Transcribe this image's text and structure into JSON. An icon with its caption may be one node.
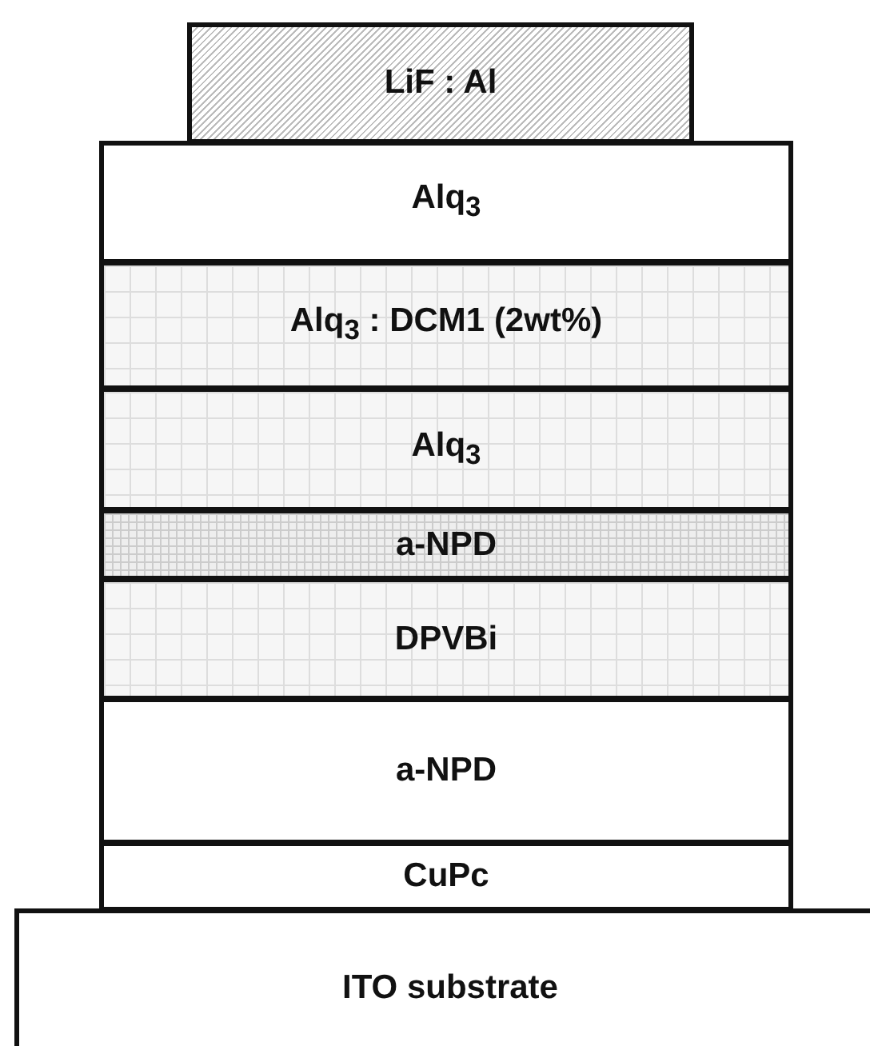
{
  "diagram": {
    "nodes": [
      {
        "text": [
          "LiF : Al"
        ]
      },
      {
        "text": [
          "Alq$_{3}$"
        ]
      },
      {
        "text": [
          "Alq$_{3}$ : DCM1 (2wt%)"
        ]
      },
      {
        "text": [
          "Alq$_{3}$"
        ]
      },
      {
        "text": [
          "a-NPD"
        ]
      },
      {
        "text": [
          "DPVBi"
        ]
      },
      {
        "text": [
          "a-NPD"
        ]
      },
      {
        "text": [
          "CuPc"
        ]
      },
      {
        "text": [
          "ITO substrate"
        ]
      }
    ]
  }
}
